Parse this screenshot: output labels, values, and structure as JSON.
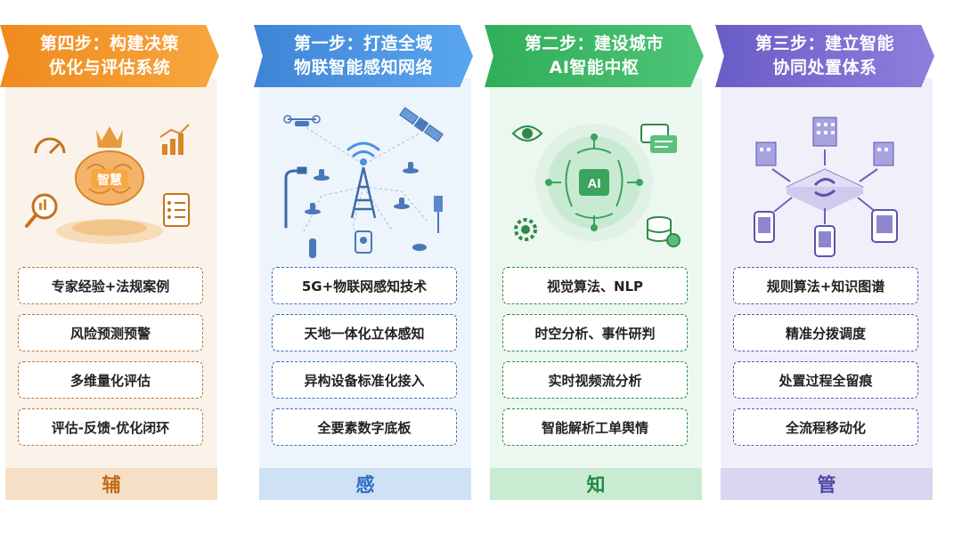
{
  "columns": [
    {
      "title_line1": "第一步：打造全域",
      "title_line2": "物联智能感知网络",
      "items": [
        "5G+物联网感知技术",
        "天地一体化立体感知",
        "异构设备标准化接入",
        "全要素数字底板"
      ],
      "footer": "感",
      "accent": "#3f84d6",
      "icons": [
        "drone-icon",
        "satellite-icon",
        "wifi-signal-icon",
        "cell-tower-icon",
        "street-lamp-icon",
        "sensor-icon",
        "camera-icon"
      ]
    },
    {
      "title_line1": "第二步：建设城市",
      "title_line2": "AI智能中枢",
      "items": [
        "视觉算法、NLP",
        "时空分析、事件研判",
        "实时视频流分析",
        "智能解析工单舆情"
      ],
      "footer": "知",
      "accent": "#2fae57",
      "illus_label": "AI",
      "icons": [
        "eye-icon",
        "ai-brain-icon",
        "chat-bubble-icon",
        "gear-icon",
        "database-icon"
      ]
    },
    {
      "title_line1": "第三步：建立智能",
      "title_line2": "协同处置体系",
      "items": [
        "规则算法+知识图谱",
        "精准分拨调度",
        "处置过程全留痕",
        "全流程移动化"
      ],
      "footer": "管",
      "accent": "#6a5cc6",
      "icons": [
        "building-icon",
        "sync-icon",
        "mobile-phone-icon",
        "tablet-icon"
      ]
    },
    {
      "title_line1": "第四步：构建决策",
      "title_line2": "优化与评估系统",
      "items": [
        "专家经验+法规案例",
        "风险预测预警",
        "多维量化评估",
        "评估-反馈-优化闭环"
      ],
      "footer": "辅",
      "accent": "#f08a1c",
      "illus_label": "智慧",
      "icons": [
        "crown-icon",
        "brain-icon",
        "gauge-icon",
        "bar-chart-icon",
        "magnifier-icon",
        "checklist-icon"
      ]
    }
  ]
}
